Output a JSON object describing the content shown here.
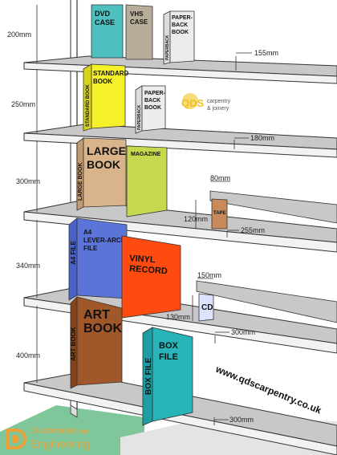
{
  "dimensions": {
    "h200": "200mm",
    "h250": "250mm",
    "h300": "300mm",
    "h340": "340mm",
    "h400": "400mm",
    "d155": "155mm",
    "d180": "180mm",
    "w80": "80mm",
    "h120": "120mm",
    "d255": "255mm",
    "w150": "150mm",
    "h130": "130mm",
    "d300a": "300mm",
    "d300b": "300mm"
  },
  "items": {
    "dvd": [
      "DVD",
      "CASE"
    ],
    "vhs": [
      "VHS",
      "CASE"
    ],
    "paperback_top": [
      "PAPER-",
      "BACK",
      "BOOK"
    ],
    "paperback_top_spine": "PAPERBACK",
    "standard_book": [
      "STANDARD",
      "BOOK"
    ],
    "standard_book_spine": "STANDARD BOOK",
    "paperback_2": [
      "PAPER-",
      "BACK",
      "BOOK"
    ],
    "paperback_2_spine": "PAPERBACK",
    "large_book": [
      "LARGE",
      "BOOK"
    ],
    "large_book_spine": "LARGE BOOK",
    "magazine": "MAGAZINE",
    "tape": "TAPE",
    "a4_file": [
      "A4",
      "LEVER-ARCH",
      "FILE"
    ],
    "a4_file_spine": "A4 FILE",
    "vinyl": [
      "VINYL",
      "RECORD"
    ],
    "cd": "CD",
    "art_book": [
      "ART",
      "BOOK"
    ],
    "art_book_spine": "ART BOOK",
    "box_file": [
      "BOX",
      "FILE"
    ],
    "box_file_spine": "BOX FILE"
  },
  "branding": {
    "logo_text": "QDS",
    "logo_tag1": "carpentry",
    "logo_tag2": "& joinery",
    "website": "www.qdscarpentry.co.uk"
  },
  "watermark": {
    "line1": "Discoveries",
    "line1_suffix": ".com",
    "line2": "Engineering"
  },
  "colors": {
    "shelf_top": "#c8c8c8",
    "shelf_front": "#f2f2f2",
    "dvd": "#4ec0c0",
    "vhs": "#b8ad98",
    "paperback": "#ececec",
    "standard_book": "#f4f02a",
    "large_book": "#d9b48a",
    "magazine": "#c6d84e",
    "tape": "#c88a5a",
    "a4_file": "#5b74d8",
    "vinyl": "#ff4a10",
    "cd": "#dde3ff",
    "art_book": "#a0582a",
    "box_file": "#28b4b8",
    "watermark": "#e9a23a"
  }
}
